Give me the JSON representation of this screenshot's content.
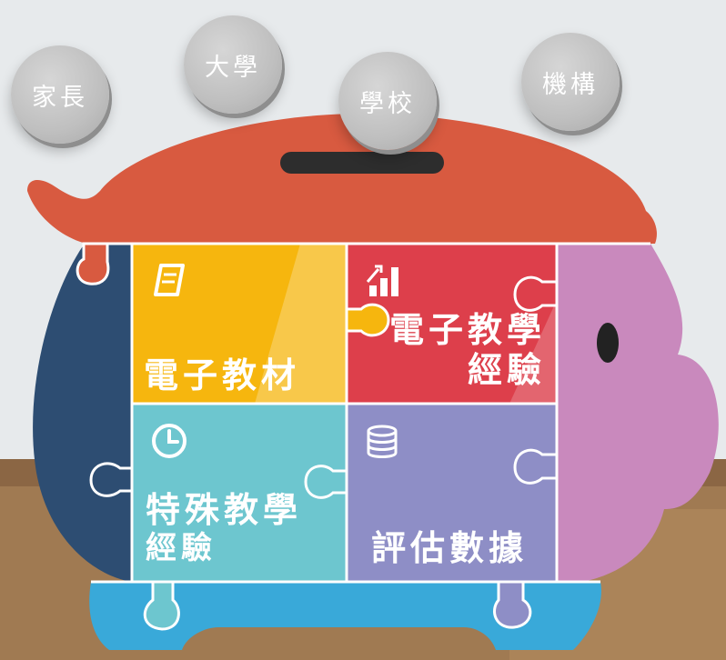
{
  "coins": [
    {
      "id": "parents",
      "label": "家長"
    },
    {
      "id": "university",
      "label": "大學"
    },
    {
      "id": "school",
      "label": "學校"
    },
    {
      "id": "institution",
      "label": "機構"
    }
  ],
  "pieces": {
    "e_materials": {
      "label": "電子教材",
      "icon": "book-icon",
      "color": "#f6b60e"
    },
    "e_teaching": {
      "label_line1": "電子教學",
      "label_line2": "經驗",
      "icon": "bar-chart-icon",
      "color": "#dd3f4b"
    },
    "special_ed": {
      "label_line1": "特殊教學",
      "label_line2": "經驗",
      "icon": "clock-icon",
      "color": "#6dc6cf"
    },
    "assessment": {
      "label": "評估數據",
      "icon": "database-icon",
      "color": "#8e8ec6"
    }
  },
  "colors": {
    "pig_top": "#d85a40",
    "pig_left": "#2d4d72",
    "pig_right": "#c989bd",
    "pig_bottom": "#39a9d9",
    "background": "#e7eaec",
    "floor": "#a07a52"
  }
}
